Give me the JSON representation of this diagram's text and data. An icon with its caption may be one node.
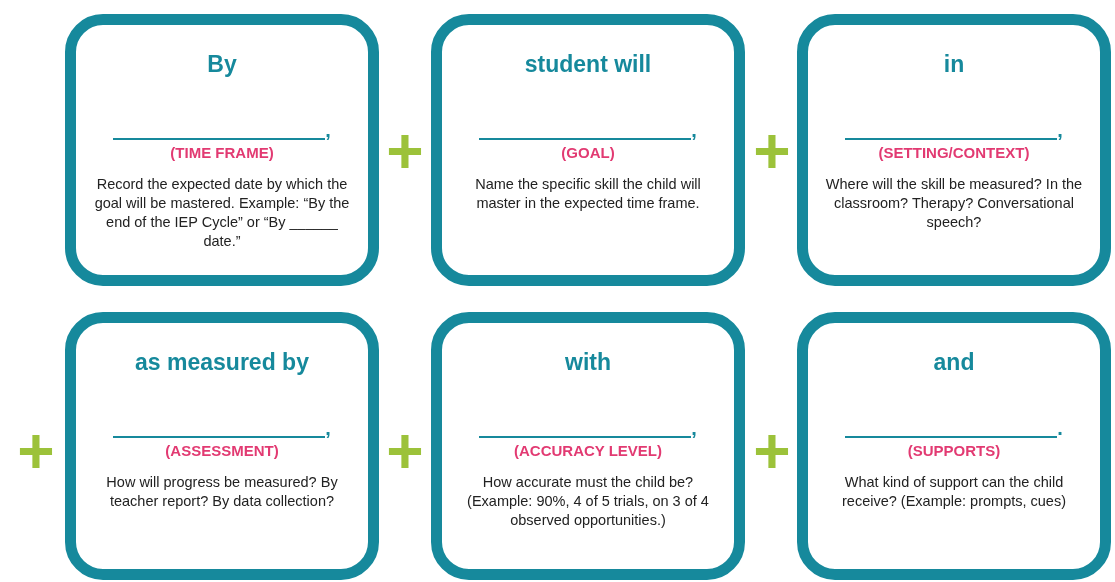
{
  "diagram": {
    "nodes": [
      {
        "text": [
          "By",
          ",",
          "(TIME FRAME)",
          "Record the expected date by which the goal will be mastered. Example: “By the end of the IEP Cycle” or “By ______ date.”"
        ]
      },
      {
        "text": [
          "student will",
          ",",
          "(GOAL)",
          "Name the specific skill the child will master in the expected time frame."
        ]
      },
      {
        "text": [
          "in",
          ",",
          "(SETTING/CONTEXT)",
          "Where will the skill be measured? In the classroom? Therapy? Conversational speech?"
        ]
      },
      {
        "text": [
          "as measured by",
          ",",
          "(ASSESSMENT)",
          "How will progress be measured? By teacher report? By data collection?"
        ]
      },
      {
        "text": [
          "with",
          ",",
          "(ACCURACY LEVEL)",
          "How accurate must the child be? (Example: 90%, 4 of 5 trials, on 3 of 4 observed opportunities.)"
        ]
      },
      {
        "text": [
          "and",
          ".",
          "(SUPPORTS)",
          "What kind of support can the child receive? (Example: prompts, cues)"
        ]
      }
    ],
    "labels": [
      "+",
      "+",
      "+",
      "+",
      "+"
    ]
  }
}
